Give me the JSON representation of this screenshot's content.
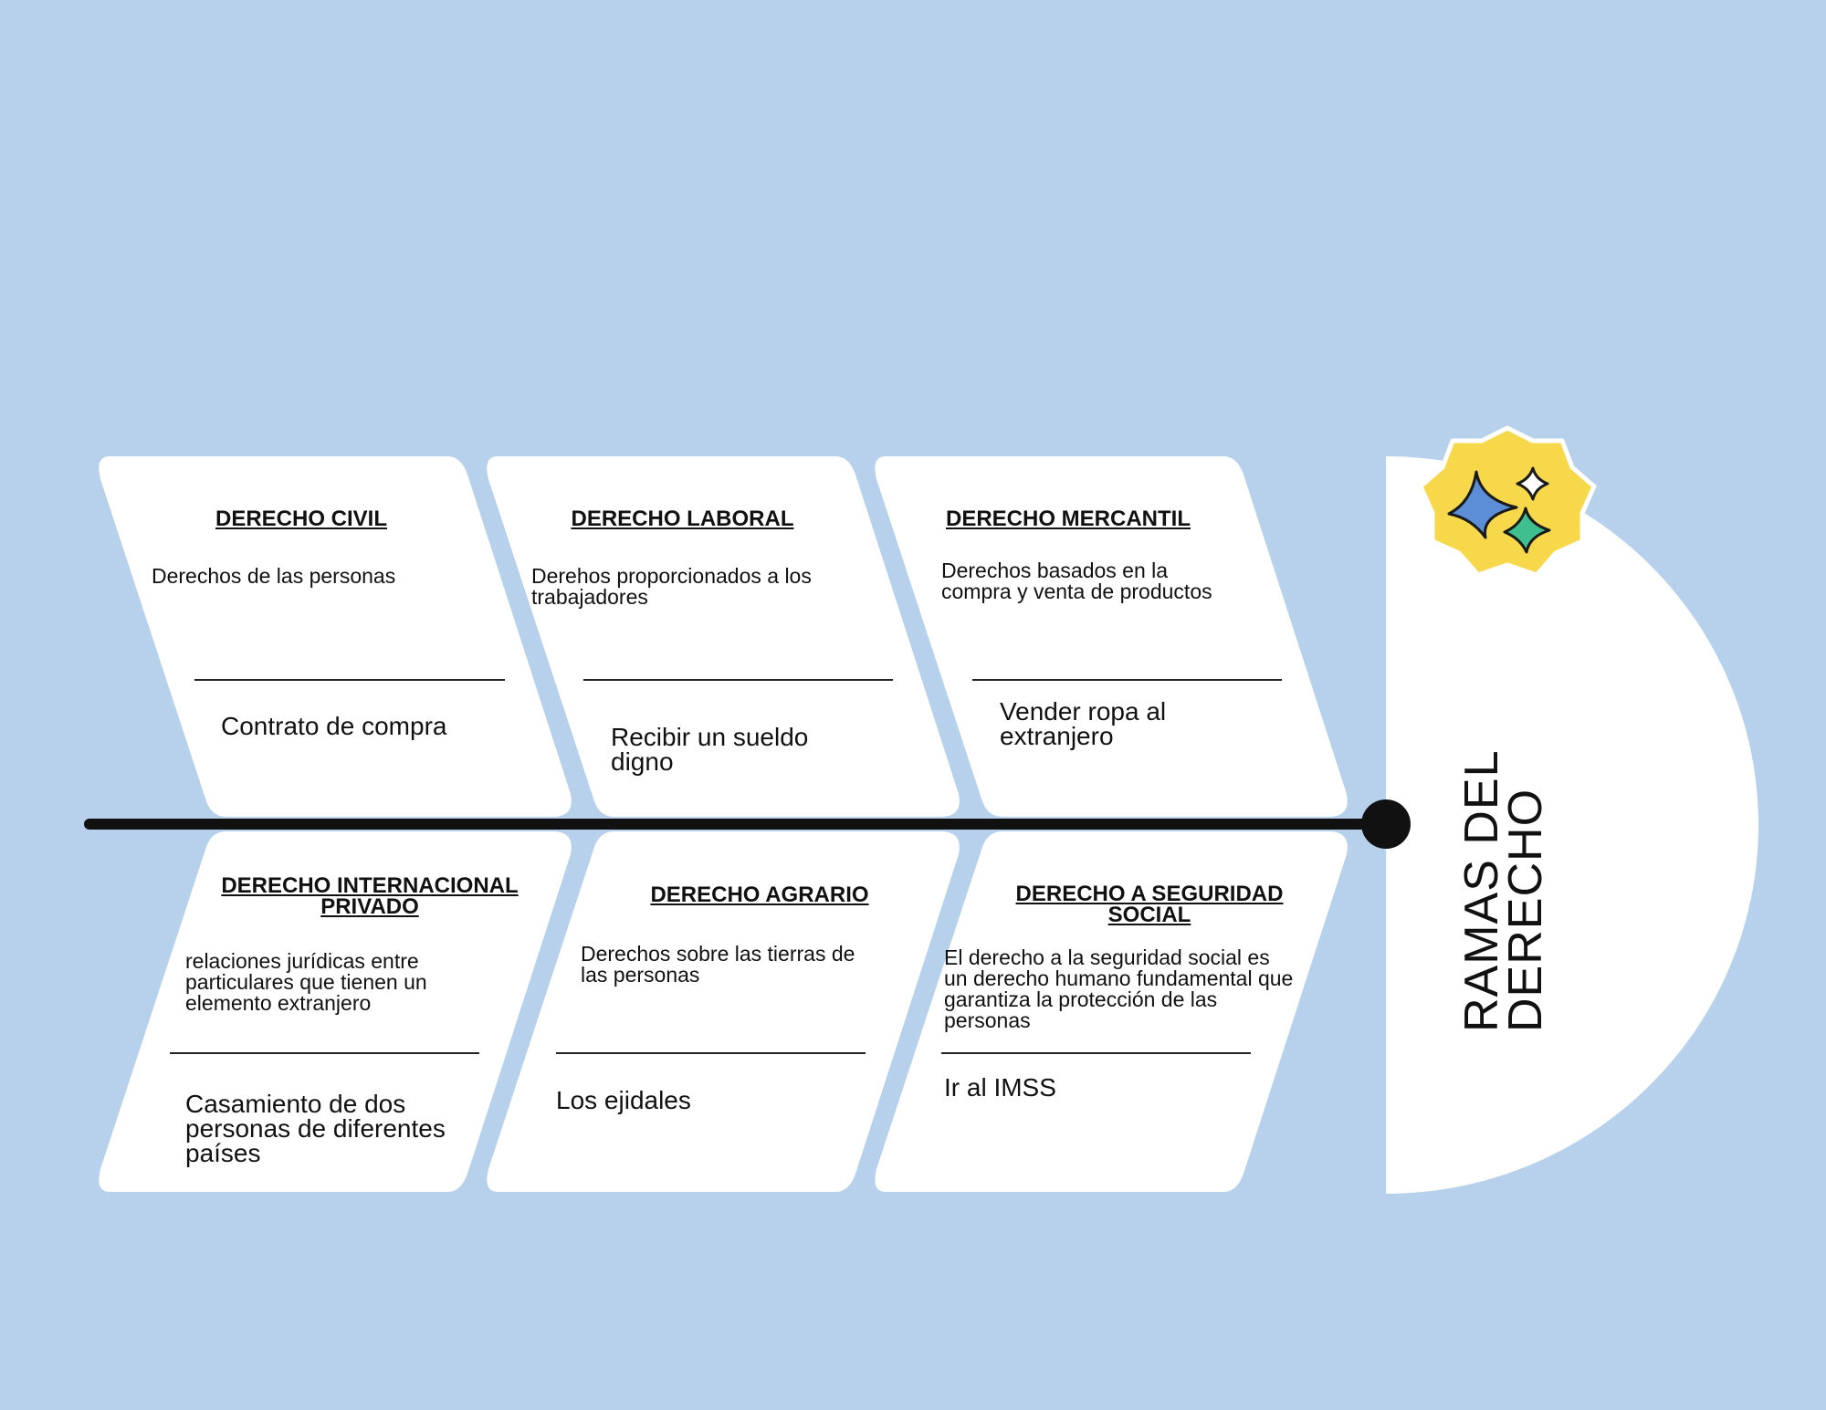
{
  "title": "RAMAS DEL DERECHO",
  "colors": {
    "background": "#b7d1ec",
    "card": "#ffffff",
    "spine": "#111111",
    "badge": "#f6d84a",
    "star_blue": "#5b8ed6",
    "star_green": "#3fbf8e"
  },
  "icons": {
    "badge": "sparkles-icon"
  },
  "branches": [
    {
      "heading": "DERECHO CIVIL ",
      "description": "Derechos de las personas",
      "example": "Contrato de compra"
    },
    {
      "heading": "DERECHO LABORAL ",
      "description": "Derehos proporcionados a los trabajadores",
      "example": "Recibir un sueldo digno"
    },
    {
      "heading": "DERECHO MERCANTIL ",
      "description": "Derechos basados en la compra y venta de productos",
      "example": "Vender ropa al extranjero"
    },
    {
      "heading": "DERECHO INTERNACIONAL PRIVADO ",
      "description": "relaciones jurídicas entre particulares que tienen un elemento extranjero",
      "example": "Casamiento de dos personas de diferentes países"
    },
    {
      "heading": "DERECHO  AGRARIO ",
      "description": "Derechos sobre las tierras de las personas",
      "example": "Los ejidales"
    },
    {
      "heading": "DERECHO A SEGURIDAD SOCIAL ",
      "description": "El derecho a la seguridad social es un derecho humano fundamental que garantiza la protección de las personas",
      "example": "Ir al IMSS"
    }
  ]
}
